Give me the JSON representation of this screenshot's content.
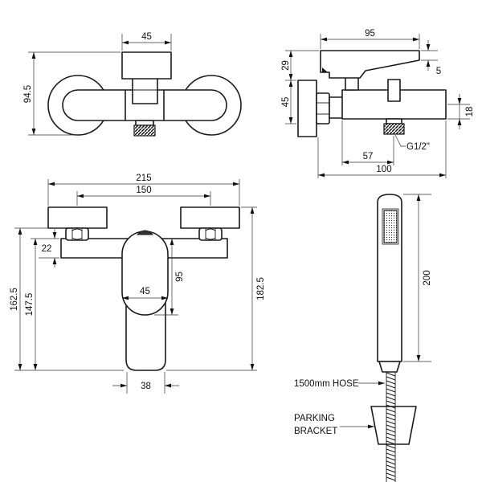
{
  "plan_view": {
    "top_width": "45",
    "left_height": "94.5"
  },
  "side_view": {
    "top_width": "95",
    "upper_left_height": "29",
    "right_small_height": "5",
    "lower_left_height": "45",
    "right_height": "18",
    "thread_label": "G1/2\"",
    "inner_width": "57",
    "outer_width": "100"
  },
  "front_view": {
    "overall_width": "215",
    "inner_width": "150",
    "bar_height": "22",
    "outer_left_height": "162.5",
    "inner_left_height": "147.5",
    "lever_width": "45",
    "lever_height": "95",
    "right_height": "182.5",
    "spout_width": "38"
  },
  "handset_view": {
    "handset_height": "200",
    "hose_label": "1500mm HOSE",
    "bracket_label_line1": "PARKING",
    "bracket_label_line2": "BRACKET"
  }
}
